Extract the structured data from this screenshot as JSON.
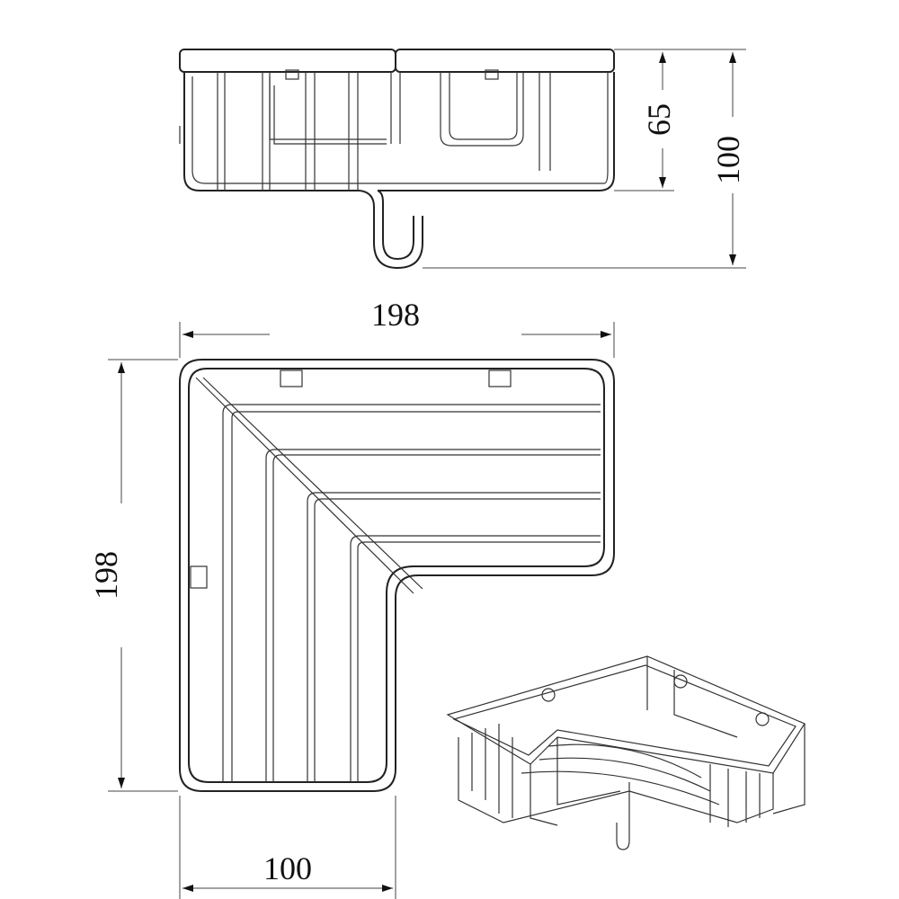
{
  "drawing": {
    "front_view": {
      "dim_basket_height": "65",
      "dim_total_height": "100"
    },
    "top_view": {
      "dim_width": "198",
      "dim_depth": "198",
      "dim_arm_width": "100"
    },
    "stroke_color": "#222222",
    "background": "#ffffff"
  }
}
